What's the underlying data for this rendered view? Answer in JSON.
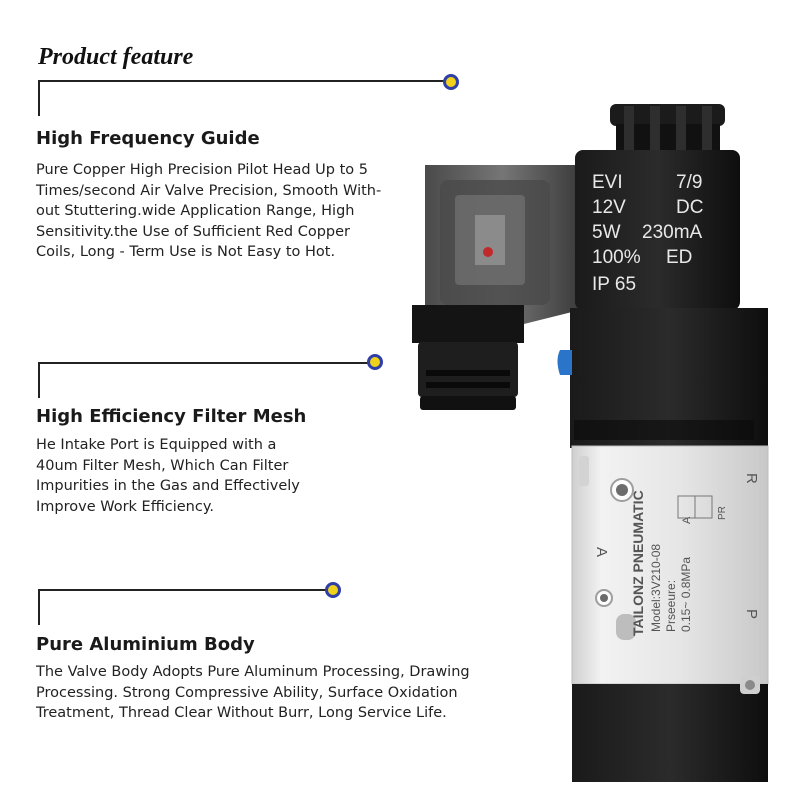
{
  "heading": "Product feature",
  "features": [
    {
      "title": "High Frequency Guide",
      "lines": [
        "Pure Copper High Precision Pilot Head Up to 5",
        "Times/second Air Valve Precision, Smooth With-",
        "out Stuttering.wide Application Range, High",
        "Sensitivity.the Use of Sufficient Red Copper",
        "Coils, Long - Term Use is Not Easy to Hot."
      ]
    },
    {
      "title": "High Efficiency Filter Mesh",
      "lines": [
        "He Intake Port is Equipped with a",
        "40um Filter Mesh, Which Can Filter",
        "Impurities in the Gas and Effectively",
        "Improve Work Efficiency."
      ]
    },
    {
      "title": "Pure Aluminium Body",
      "lines": [
        "The Valve Body Adopts Pure Aluminum Processing, Drawing",
        "Processing. Strong Compressive Ability, Surface Oxidation",
        "Treatment, Thread Clear Without Burr, Long Service Life."
      ]
    }
  ],
  "coil_label": {
    "row1": [
      "EVI",
      "7/9"
    ],
    "row2": [
      "12V",
      "DC"
    ],
    "row3": [
      "5W",
      "230mA"
    ],
    "row4": [
      "100%",
      "ED"
    ],
    "row5": [
      "IP 65"
    ]
  },
  "valve_body": {
    "brand": "TAILONZ PNEUMATIC",
    "model": "Model:3V210-08",
    "pressure_label": "Prseeure:",
    "pressure_value": "0.15~ 0.8MPa",
    "port_a": "A",
    "port_r": "R",
    "port_p": "P",
    "symbol_a": "A",
    "symbol_pr": "PR"
  },
  "colors": {
    "accent_dot_fill": "#f0d21a",
    "accent_dot_ring": "#2f3fa8",
    "coil_black": "#111111",
    "body_aluminium": "#e4e4e4"
  }
}
